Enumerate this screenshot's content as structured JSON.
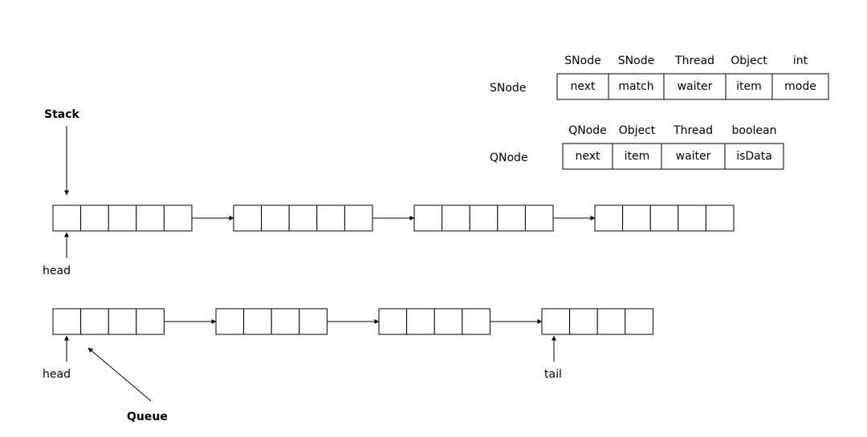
{
  "snode_layout": {
    "row_label": "SNode",
    "types": [
      "SNode",
      "SNode",
      "Thread",
      "Object",
      "int"
    ],
    "fields": [
      "next",
      "match",
      "waiter",
      "item",
      "mode"
    ]
  },
  "qnode_layout": {
    "row_label": "QNode",
    "types": [
      "QNode",
      "Object",
      "Thread",
      "boolean"
    ],
    "fields": [
      "next",
      "item",
      "waiter",
      "isData"
    ]
  },
  "stack": {
    "title": "Stack",
    "head_label": "head",
    "node_count": 4,
    "cells_per_node": 5
  },
  "queue": {
    "title": "Queue",
    "head_label": "head",
    "tail_label": "tail",
    "node_count": 4,
    "cells_per_node": 4
  }
}
